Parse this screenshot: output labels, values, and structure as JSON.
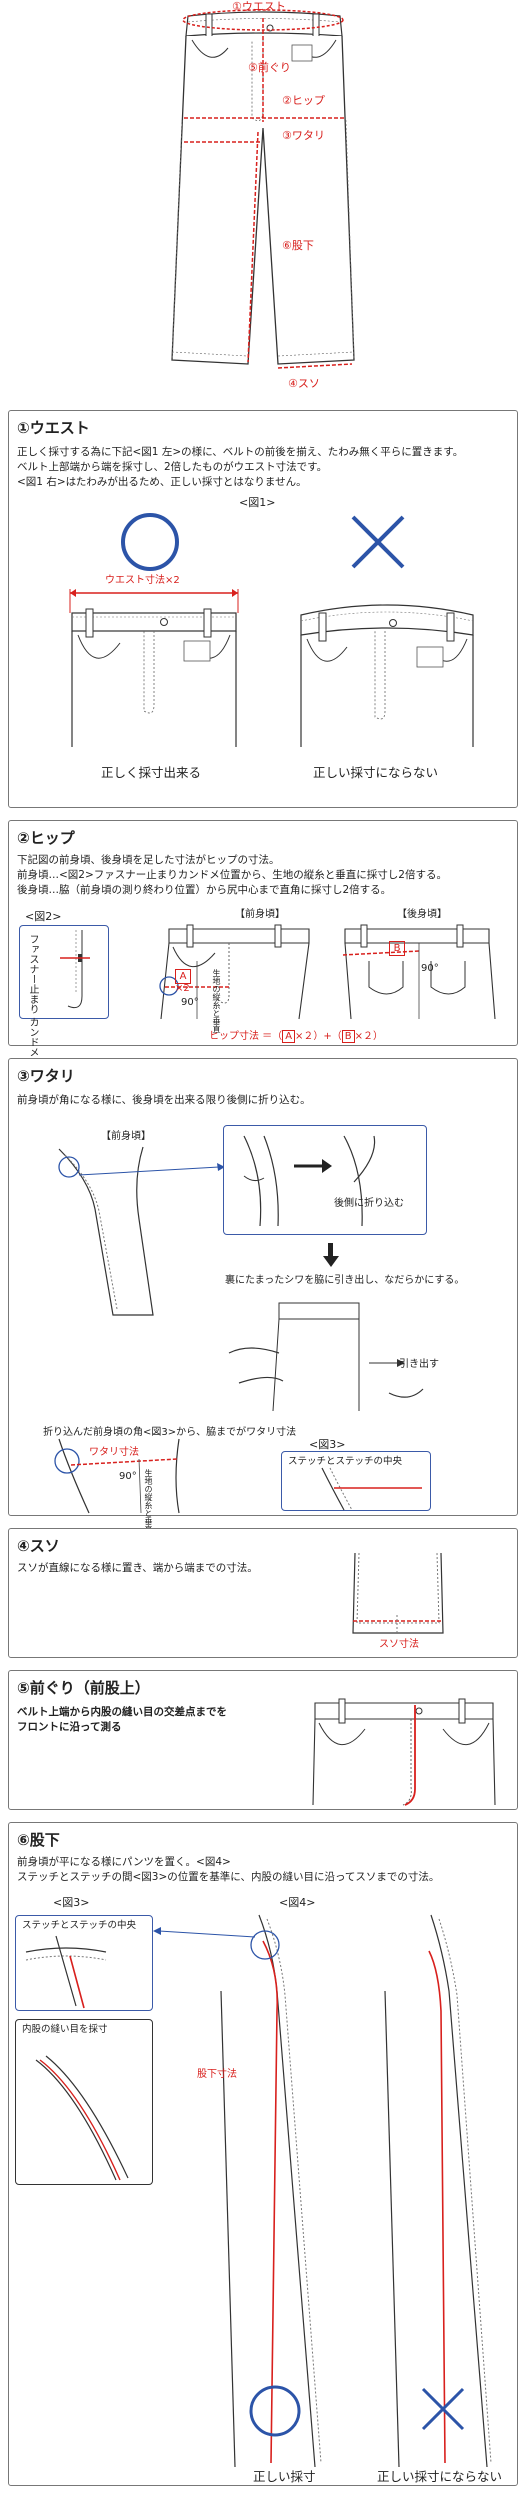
{
  "top": {
    "labels": {
      "waist": "①ウエスト",
      "rise": "⑤前ぐり",
      "hip": "②ヒップ",
      "thigh": "③ワタリ",
      "inseam": "⑥股下",
      "hem": "④スソ"
    }
  },
  "waist": {
    "title": "①ウエスト",
    "text1": "正しく採寸する為に下記<図1 左>の様に、ベルトの前後を揃え、たわみ無く平らに置きます。",
    "text2": "ベルト上部端から端を採寸し、2倍したものがウエスト寸法です。",
    "text3": "<図1 右>はたわみが出るため、正しい採寸とはなりません。",
    "fig_label": "<図1>",
    "measure_label": "ウエスト寸法×2",
    "ok_caption": "正しく採寸出来る",
    "ng_caption": "正しい採寸にならない"
  },
  "hip": {
    "title": "②ヒップ",
    "text1": "下記図の前身頃、後身頃を足した寸法がヒップの寸法。",
    "text2": "前身頃…<図2>ファスナー止まりカンドメ位置から、生地の縦糸と垂直に採寸し2倍する。",
    "text3": "後身頃…脇（前身頃の測り終わり位置）から尻中心まで直角に採寸し2倍する。",
    "fig2_label": "<図2>",
    "front_label": "【前身頃】",
    "back_label": "【後身頃】",
    "zip_label": "ファスナー止まり カンドメ",
    "a_label": "A",
    "a_x2": "×2",
    "b_label": "B",
    "angle_front": "90°",
    "angle_back": "90°",
    "grain_label": "生地の縦糸と垂直",
    "formula_prefix": "ヒップ寸法 ＝（",
    "formula_a": "A",
    "formula_mid": "×２）+（",
    "formula_b": "B",
    "formula_suffix": "×２）"
  },
  "thigh": {
    "title": "③ワタリ",
    "text1": "前身頃が角になる様に、後身頃を出来る限り後側に折り込む。",
    "front_label": "【前身頃】",
    "fold_label": "後側に折り込む",
    "wrinkle_text": "裏にたまったシワを脇に引き出し、なだらかにする。",
    "pull_label": "引き出す",
    "corner_text": "折り込んだ前身頃の角<図3>から、脇までがワタリ寸法",
    "measure_label": "ワタリ寸法",
    "angle": "90°",
    "grain_label": "生地の縦糸と垂直",
    "fig3_label": "<図3>",
    "stitch_label": "ステッチとステッチの中央"
  },
  "hem": {
    "title": "④スソ",
    "text1": "スソが直線になる様に置き、端から端までの寸法。",
    "measure_label": "スソ寸法"
  },
  "rise": {
    "title": "⑤前ぐり（前股上）",
    "text1": "ベルト上端から内股の縫い目の交差点までを",
    "text2": "フロントに沿って測る"
  },
  "inseam": {
    "title": "⑥股下",
    "text1": "前身頃が平になる様にパンツを置く。<図4>",
    "text2": "ステッチとステッチの間<図3>の位置を基準に、内股の縫い目に沿ってスソまでの寸法。",
    "fig3_label": "<図3>",
    "fig4_label": "<図4>",
    "stitch_label": "ステッチとステッチの中央",
    "seam_label": "内股の縫い目を採寸",
    "measure_label": "股下寸法",
    "ok_caption": "正しい採寸",
    "ng_caption": "正しい採寸にならない"
  },
  "colors": {
    "accent": "#d8201d",
    "blue": "#2c54a8",
    "border": "#777777"
  }
}
